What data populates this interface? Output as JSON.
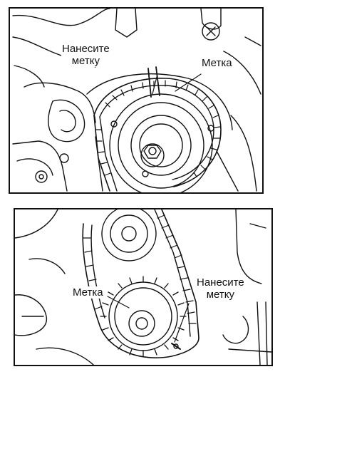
{
  "figures": [
    {
      "id": "camshaft-pulley",
      "labels": {
        "apply_mark": "Нанесите метку",
        "apply_mark_line1": "Нанесите",
        "apply_mark_line2": "метку",
        "mark": "Метка"
      }
    },
    {
      "id": "crankshaft-pulley",
      "labels": {
        "mark": "Метка",
        "apply_mark_line1": "Нанесите",
        "apply_mark_line2": "метку"
      }
    }
  ],
  "colors": {
    "ink": "#111111",
    "paper": "#ffffff"
  }
}
